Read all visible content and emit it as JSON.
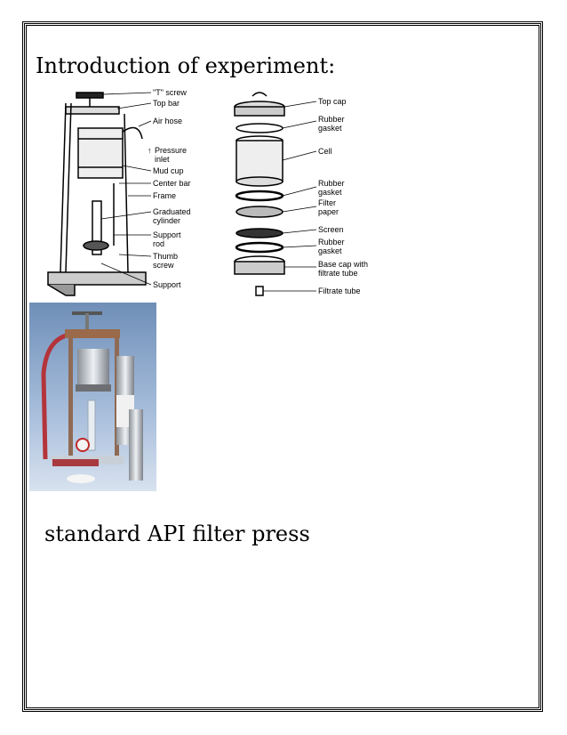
{
  "heading": "Introduction of experiment:",
  "caption": "standard API filter press",
  "diagram_left_labels": {
    "t_screw": "\"T\" screw",
    "top_bar": "Top bar",
    "air_hose": "Air hose",
    "pressure_inlet_1": "Pressure",
    "pressure_inlet_2": "inlet",
    "mud_cup": "Mud cup",
    "center_bar": "Center bar",
    "frame": "Frame",
    "graduated_1": "Graduated",
    "graduated_2": "cylinder",
    "support_rod_1": "Support",
    "support_rod_2": "rod",
    "thumb_1": "Thumb",
    "thumb_2": "screw",
    "support": "Support"
  },
  "diagram_right_labels": {
    "top_cap": "Top cap",
    "rubber_gasket_1a": "Rubber",
    "rubber_gasket_1b": "gasket",
    "cell": "Cell",
    "rubber_gasket_2a": "Rubber",
    "rubber_gasket_2b": "gasket",
    "filter_1": "Filter",
    "filter_2": "paper",
    "screen": "Screen",
    "rubber_gasket_3a": "Rubber",
    "rubber_gasket_3b": "gasket",
    "base_cap_1": "Base cap with",
    "base_cap_2": "filtrate tube",
    "filtrate_tube": "Filtrate tube"
  }
}
